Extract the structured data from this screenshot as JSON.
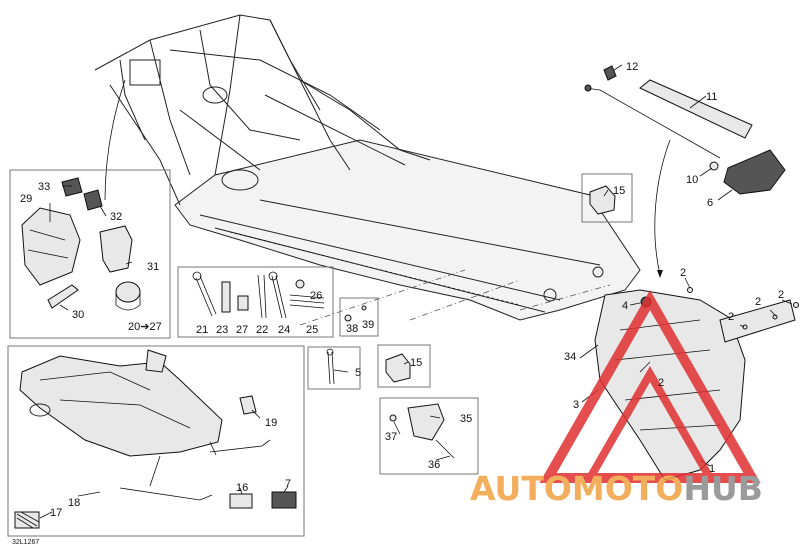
{
  "diagram": {
    "code": "32L1267",
    "callouts": [
      {
        "id": "c1",
        "text": "1"
      },
      {
        "id": "c2a",
        "text": "2"
      },
      {
        "id": "c2b",
        "text": "2"
      },
      {
        "id": "c2c",
        "text": "2"
      },
      {
        "id": "c2d",
        "text": "2"
      },
      {
        "id": "c2e",
        "text": "2"
      },
      {
        "id": "c3",
        "text": "3"
      },
      {
        "id": "c4",
        "text": "4"
      },
      {
        "id": "c5",
        "text": "5"
      },
      {
        "id": "c6",
        "text": "6"
      },
      {
        "id": "c7",
        "text": "7"
      },
      {
        "id": "c10",
        "text": "10"
      },
      {
        "id": "c11",
        "text": "11"
      },
      {
        "id": "c12",
        "text": "12"
      },
      {
        "id": "c15a",
        "text": "15"
      },
      {
        "id": "c15b",
        "text": "15"
      },
      {
        "id": "c16",
        "text": "16"
      },
      {
        "id": "c17",
        "text": "17"
      },
      {
        "id": "c18",
        "text": "18"
      },
      {
        "id": "c19",
        "text": "19"
      },
      {
        "id": "c2027",
        "text": "20➔27"
      },
      {
        "id": "c21",
        "text": "21"
      },
      {
        "id": "c22",
        "text": "22"
      },
      {
        "id": "c23",
        "text": "23"
      },
      {
        "id": "c24",
        "text": "24"
      },
      {
        "id": "c25",
        "text": "25"
      },
      {
        "id": "c26",
        "text": "26"
      },
      {
        "id": "c27",
        "text": "27"
      },
      {
        "id": "c29",
        "text": "29"
      },
      {
        "id": "c30",
        "text": "30"
      },
      {
        "id": "c31",
        "text": "31"
      },
      {
        "id": "c32",
        "text": "32"
      },
      {
        "id": "c33",
        "text": "33"
      },
      {
        "id": "c34",
        "text": "34"
      },
      {
        "id": "c35",
        "text": "35"
      },
      {
        "id": "c36",
        "text": "36"
      },
      {
        "id": "c37",
        "text": "37"
      },
      {
        "id": "c38",
        "text": "38"
      },
      {
        "id": "c39",
        "text": "39"
      }
    ]
  },
  "watermark": {
    "word_auto": "AUTO",
    "word_moto": "MOTO",
    "word_hub": "HUB",
    "color_primary": "#f0a040",
    "color_hub": "#8a8a8a",
    "triangle_color": "#e03030"
  }
}
